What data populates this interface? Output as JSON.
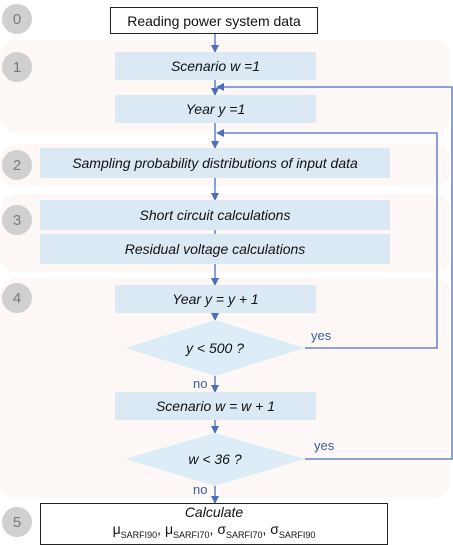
{
  "steps": [
    "0",
    "1",
    "2",
    "3",
    "4",
    "5"
  ],
  "boxes": {
    "read": "Reading power system data",
    "scenario_init": "Scenario w =1",
    "year_init": "Year y =1",
    "sampling": "Sampling probability distributions of input data",
    "short_circuit": "Short circuit calculations",
    "residual": "Residual voltage calculations",
    "year_inc": "Year y = y + 1",
    "scenario_inc": "Scenario w = w + 1",
    "calculate": "Calculate"
  },
  "decisions": {
    "year_check": "y < 500 ?",
    "scenario_check": "w < 36 ?"
  },
  "labels": {
    "yes_1": "yes",
    "no_1": "no",
    "yes_2": "yes",
    "no_2": "no"
  },
  "calc_items": [
    {
      "sym": "μ",
      "sub": "SARFI90",
      "sep": ", "
    },
    {
      "sym": "μ",
      "sub": "SARFI70",
      "sep": ", "
    },
    {
      "sym": "σ",
      "sub": "SARFI70",
      "sep": ", "
    },
    {
      "sym": "σ",
      "sub": "SARFI90",
      "sep": ""
    }
  ],
  "colors": {
    "box_fill": "#dbe9f5",
    "diamond_fill": "#dcedf8",
    "arrow": "#4a6fbf",
    "band": "#fdf8f5",
    "step_circle": "#d0d0d0"
  }
}
